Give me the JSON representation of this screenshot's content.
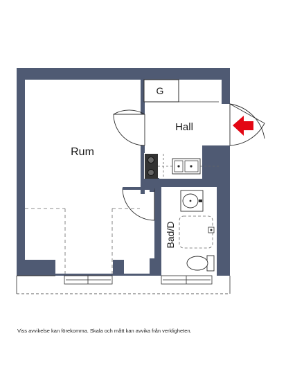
{
  "rooms": {
    "rum": "Rum",
    "hall": "Hall",
    "g": "G",
    "bad": "Bad/D"
  },
  "disclaimer": "Viss avvikelse kan förekomma. Skala och mått kan avvika från verkligheten.",
  "colors": {
    "wall": "#4f5a73",
    "floor": "#ffffff",
    "line": "#2b2b2b",
    "dashed": "#666666",
    "entrance_arrow": "#e30613",
    "stove": "#333333"
  },
  "icons": {
    "entrance": "entrance-arrow-icon",
    "stove": "stove-icon",
    "sink": "kitchen-sink-icon",
    "washbasin": "washbasin-icon",
    "toilet": "toilet-icon",
    "shower": "shower-icon"
  }
}
